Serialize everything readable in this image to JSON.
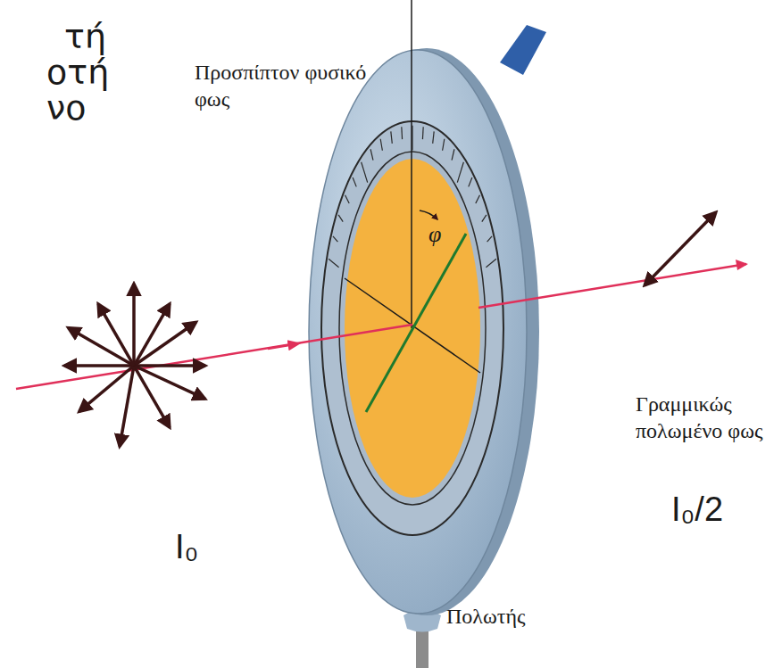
{
  "diagram": {
    "labels": [
      "τή",
      "οτή",
      "νο",
      "Προσπίπτον φυσικό φως",
      "φ",
      "Γραμμικώς πολωμένο φως",
      "I₀/2",
      "I₀",
      "Πολωτής"
    ]
  }
}
